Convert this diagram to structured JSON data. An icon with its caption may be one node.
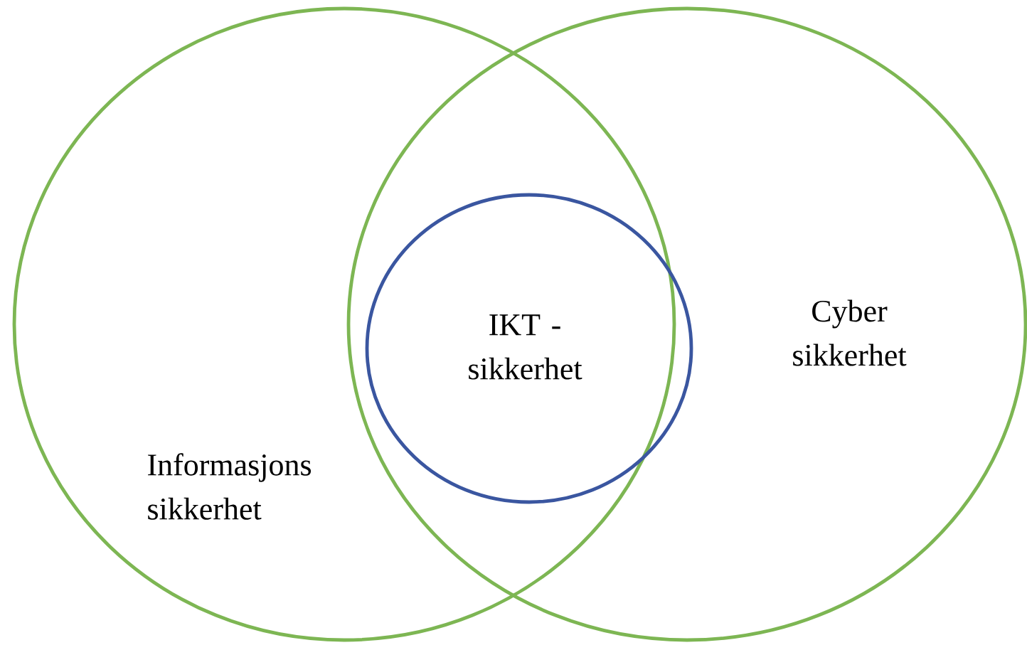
{
  "diagram": {
    "nodes": [
      {
        "text": [
          "Informasjons sikkerhet"
        ]
      },
      {
        "text": [
          "Cyber sikkerhet"
        ]
      },
      {
        "text": [
          "IKT - sikkerhet"
        ]
      }
    ]
  }
}
